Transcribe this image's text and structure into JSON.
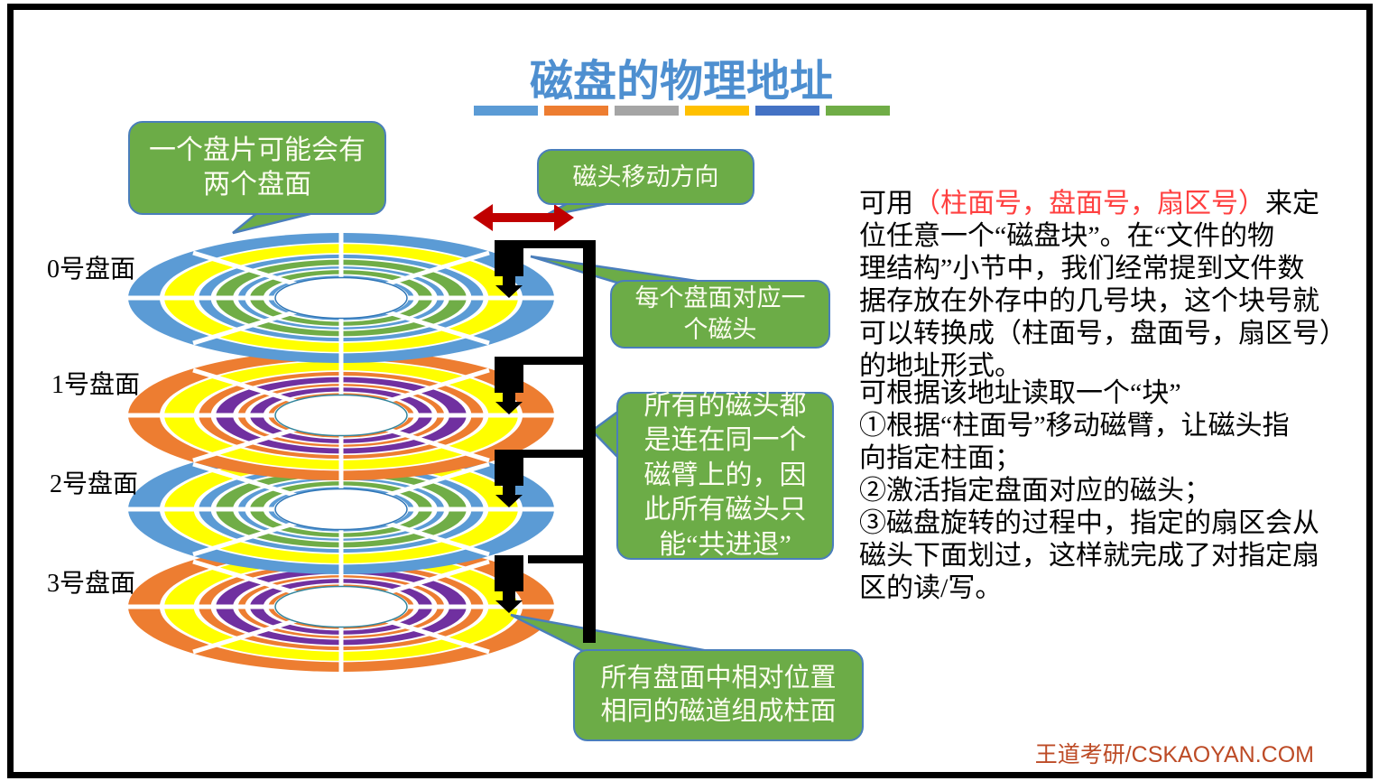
{
  "title": "磁盘的物理地址",
  "accent_bars": [
    "#5B9BD5",
    "#ED7D31",
    "#A5A5A5",
    "#FFC000",
    "#4472C4",
    "#70AD47"
  ],
  "callouts": {
    "two_surfaces": "一个盘片可能会有\n两个盘面",
    "head_direction": "磁头移动方向",
    "one_head_per_surface": "每个盘面对应一\n个磁头",
    "same_arm": "所有的磁头都\n是连在同一个\n磁臂上的，因\n此所有磁头只\n能“共进退”",
    "cylinder": "所有盘面中相对位置\n相同的磁道组成柱面"
  },
  "disks": [
    {
      "label": "0号盘面",
      "palette": "blue_green"
    },
    {
      "label": "1号盘面",
      "palette": "orange_purple"
    },
    {
      "label": "2号盘面",
      "palette": "blue_green"
    },
    {
      "label": "3号盘面",
      "palette": "orange_purple"
    }
  ],
  "palettes": {
    "blue_green": {
      "main": "#5B9BD5",
      "band": "#FFFF00",
      "accent": "#70AD47",
      "hub_stroke": "#2E75B6"
    },
    "orange_purple": {
      "main": "#ED7D31",
      "band": "#FFFF00",
      "accent": "#7030A0",
      "hub_stroke": "#31849B"
    }
  },
  "paragraph1": {
    "prefix": "可用",
    "highlight": "（柱面号，盘面号，扇区号）",
    "rest": "来定\n位任意一个“磁盘块”。在“文件的物\n理结构”小节中，我们经常提到文件数\n据存放在外存中的几号块，这个块号就\n可以转换成（柱面号，盘面号，扇区号）\n的地址形式。"
  },
  "paragraph2": "可根据该地址读取一个“块”\n①根据“柱面号”移动磁臂，让磁头指\n向指定柱面；\n②激活指定盘面对应的磁头；\n③磁盘旋转的过程中，指定的扇区会从\n磁头下面划过，这样就完成了对指定扇\n区的读/写。",
  "footer": "王道考研/CSKAOYAN.COM",
  "colors": {
    "title": "#4E8FD0",
    "bubble_fill": "#6CAC47",
    "bubble_border": "#4A7EBB",
    "bubble_text": "#FDFDF0",
    "red_arrow": "#C00000",
    "highlight_red": "#FF4040",
    "footer": "#BD4B26"
  }
}
